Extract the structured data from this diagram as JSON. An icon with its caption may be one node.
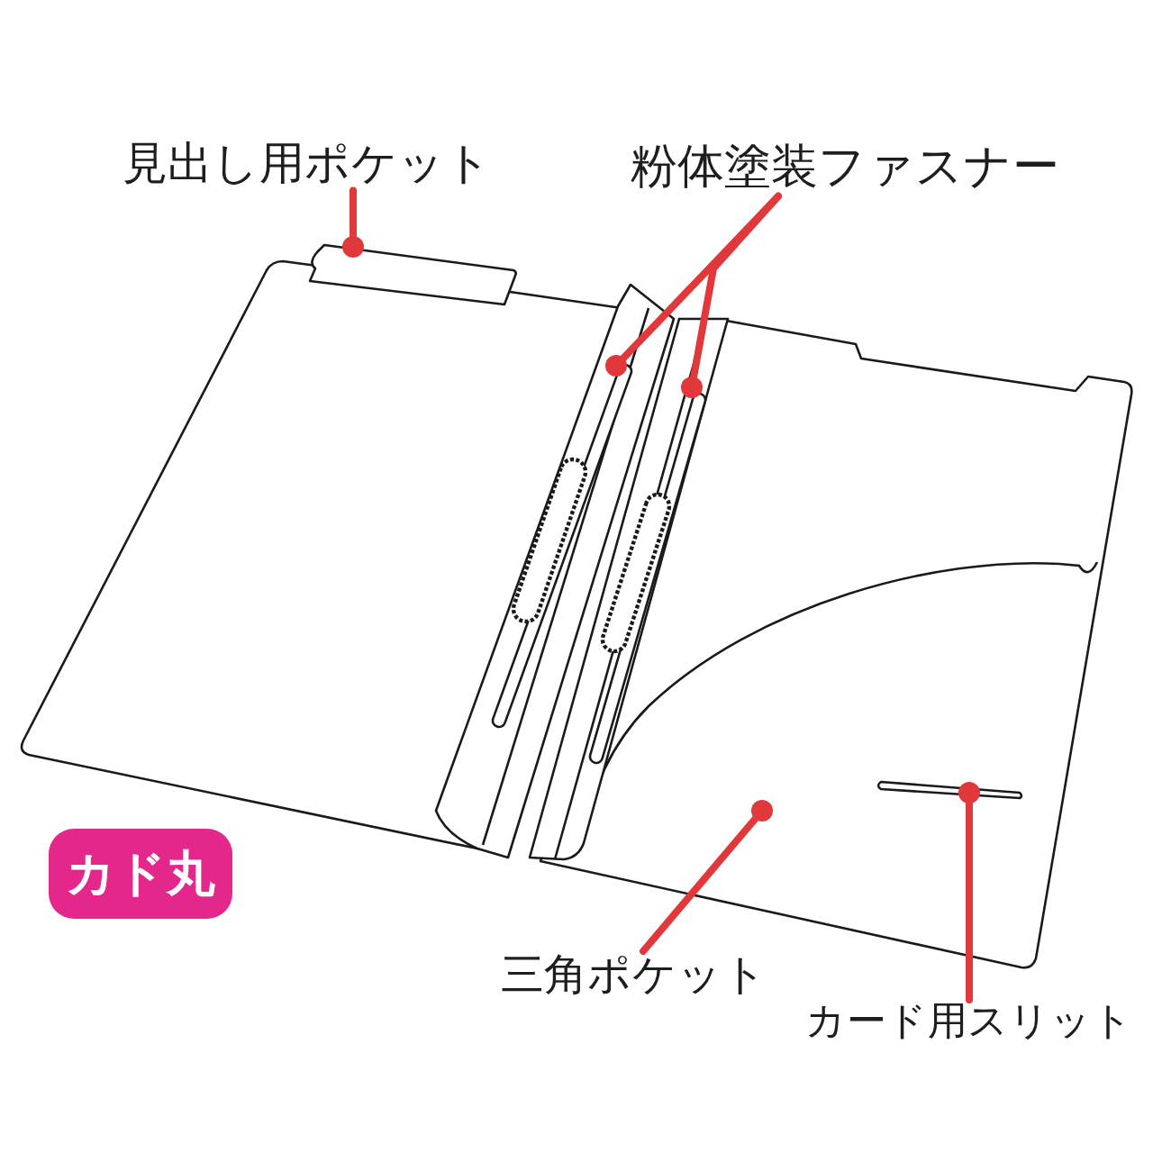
{
  "diagram": {
    "nodes": [
      {
        "text": [
          "見出し用ポケット"
        ]
      },
      {
        "text": [
          "粉体塗装ファスナー"
        ]
      },
      {
        "text": [
          "カド丸"
        ]
      },
      {
        "text": [
          "三角ポケット"
        ]
      },
      {
        "text": [
          "カード用スリット"
        ]
      }
    ],
    "edges": [
      {
        "from": 0,
        "to": null,
        "arrow": "other"
      },
      {
        "from": 1,
        "to": null,
        "arrow": "other"
      },
      {
        "from": 1,
        "to": null,
        "arrow": "other"
      },
      {
        "from": 3,
        "to": null,
        "arrow": "other"
      },
      {
        "from": 4,
        "to": null,
        "arrow": "other"
      }
    ]
  }
}
